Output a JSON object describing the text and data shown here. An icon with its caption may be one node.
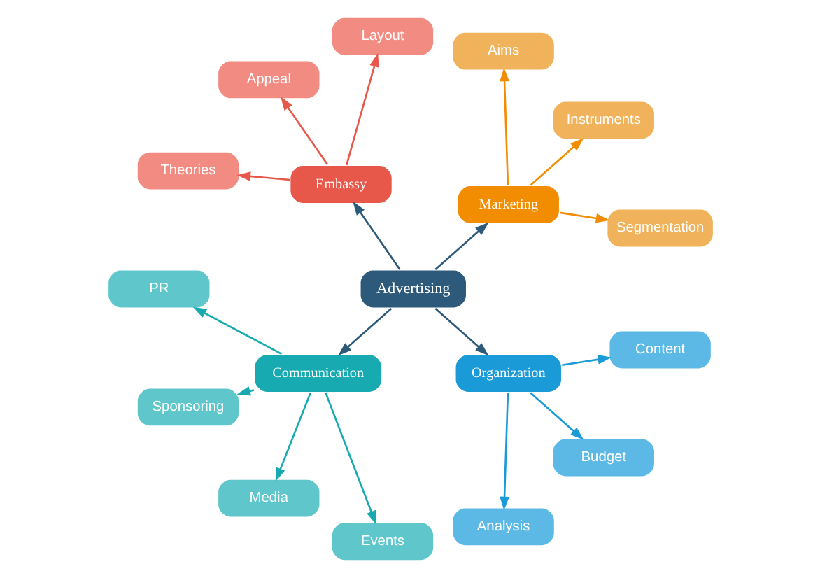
{
  "diagram": {
    "nodes": [
      {
        "text": [
          "Advertising"
        ]
      },
      {
        "text": [
          "Marketing"
        ]
      },
      {
        "text": [
          "Segmentation"
        ]
      },
      {
        "text": [
          "Instruments"
        ]
      },
      {
        "text": [
          "Aims"
        ]
      },
      {
        "text": [
          "Embassy"
        ]
      },
      {
        "text": [
          "Layout"
        ]
      },
      {
        "text": [
          "Appeal"
        ]
      },
      {
        "text": [
          "Theories"
        ]
      },
      {
        "text": [
          "Communication"
        ]
      },
      {
        "text": [
          "PR"
        ]
      },
      {
        "text": [
          "Sponsoring"
        ]
      },
      {
        "text": [
          "Media"
        ]
      },
      {
        "text": [
          "Events"
        ]
      },
      {
        "text": [
          "Organization"
        ]
      },
      {
        "text": [
          "Analysis"
        ]
      },
      {
        "text": [
          "Budget"
        ]
      },
      {
        "text": [
          "Content"
        ]
      }
    ],
    "edges": [
      {
        "from": 0,
        "to": 1,
        "arrow": "to",
        "color": "#2d5a7a"
      },
      {
        "from": 0,
        "to": 5,
        "arrow": "to",
        "color": "#2d5a7a"
      },
      {
        "from": 0,
        "to": 9,
        "arrow": "to",
        "color": "#2d5a7a"
      },
      {
        "from": 0,
        "to": 14,
        "arrow": "to",
        "color": "#2d5a7a"
      },
      {
        "from": 1,
        "to": 2,
        "arrow": "to",
        "color": "#f28c00"
      },
      {
        "from": 1,
        "to": 3,
        "arrow": "to",
        "color": "#f28c00"
      },
      {
        "from": 1,
        "to": 4,
        "arrow": "to",
        "color": "#f28c00"
      },
      {
        "from": 5,
        "to": 6,
        "arrow": "to",
        "color": "#e8584a"
      },
      {
        "from": 5,
        "to": 7,
        "arrow": "to",
        "color": "#e8584a"
      },
      {
        "from": 5,
        "to": 8,
        "arrow": "to",
        "color": "#e8584a"
      },
      {
        "from": 9,
        "to": 10,
        "arrow": "to",
        "color": "#17aab0"
      },
      {
        "from": 9,
        "to": 11,
        "arrow": "to",
        "color": "#17aab0"
      },
      {
        "from": 9,
        "to": 12,
        "arrow": "to",
        "color": "#17aab0"
      },
      {
        "from": 9,
        "to": 13,
        "arrow": "to",
        "color": "#17aab0"
      },
      {
        "from": 14,
        "to": 15,
        "arrow": "to",
        "color": "#1a9ad6"
      },
      {
        "from": 14,
        "to": 16,
        "arrow": "to",
        "color": "#1a9ad6"
      },
      {
        "from": 14,
        "to": 17,
        "arrow": "to",
        "color": "#1a9ad6"
      }
    ]
  }
}
